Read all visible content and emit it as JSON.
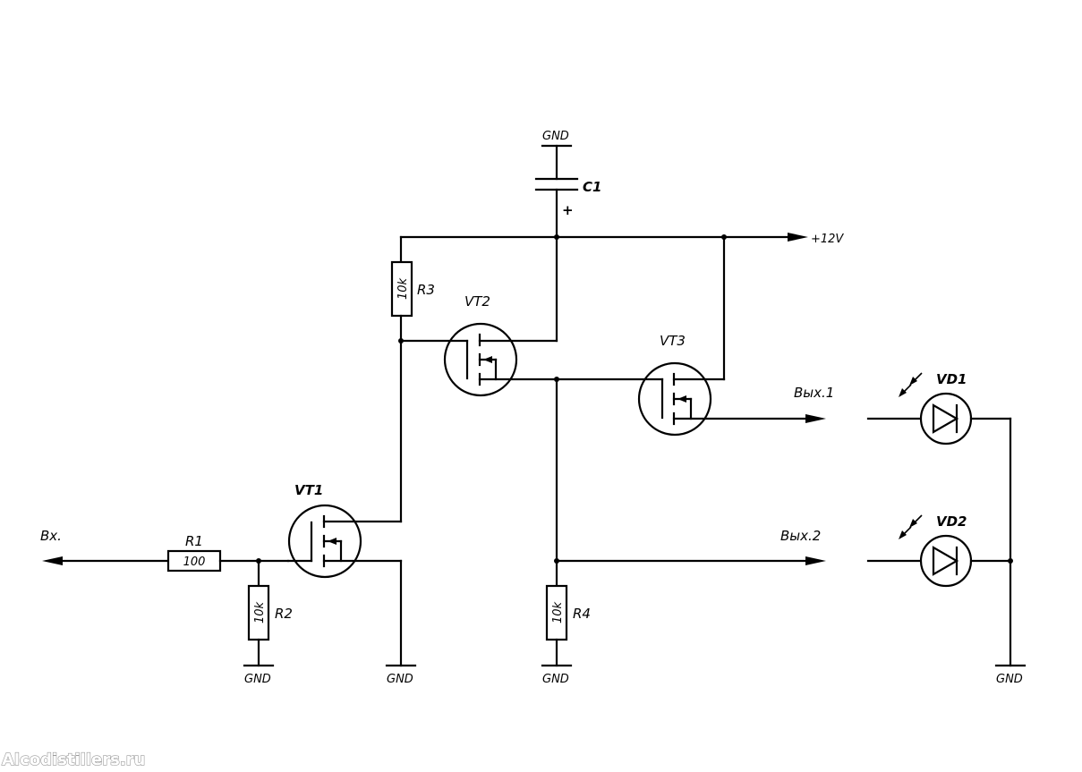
{
  "labels": {
    "gnd": "GND",
    "c1": "C1",
    "c1_plus": "+",
    "vplus": "+12V",
    "r1": "R1",
    "r1_value": "100",
    "r2": "R2",
    "r2_value": "10k",
    "r3": "R3",
    "r3_value": "10k",
    "r4": "R4",
    "r4_value": "10k",
    "vt1": "VT1",
    "vt2": "VT2",
    "vt3": "VT3",
    "vd1": "VD1",
    "vd2": "VD2",
    "input": "Вх.",
    "out1": "Вых.1",
    "out2": "Вых.2"
  },
  "watermark": "Alcodistillers.ru"
}
